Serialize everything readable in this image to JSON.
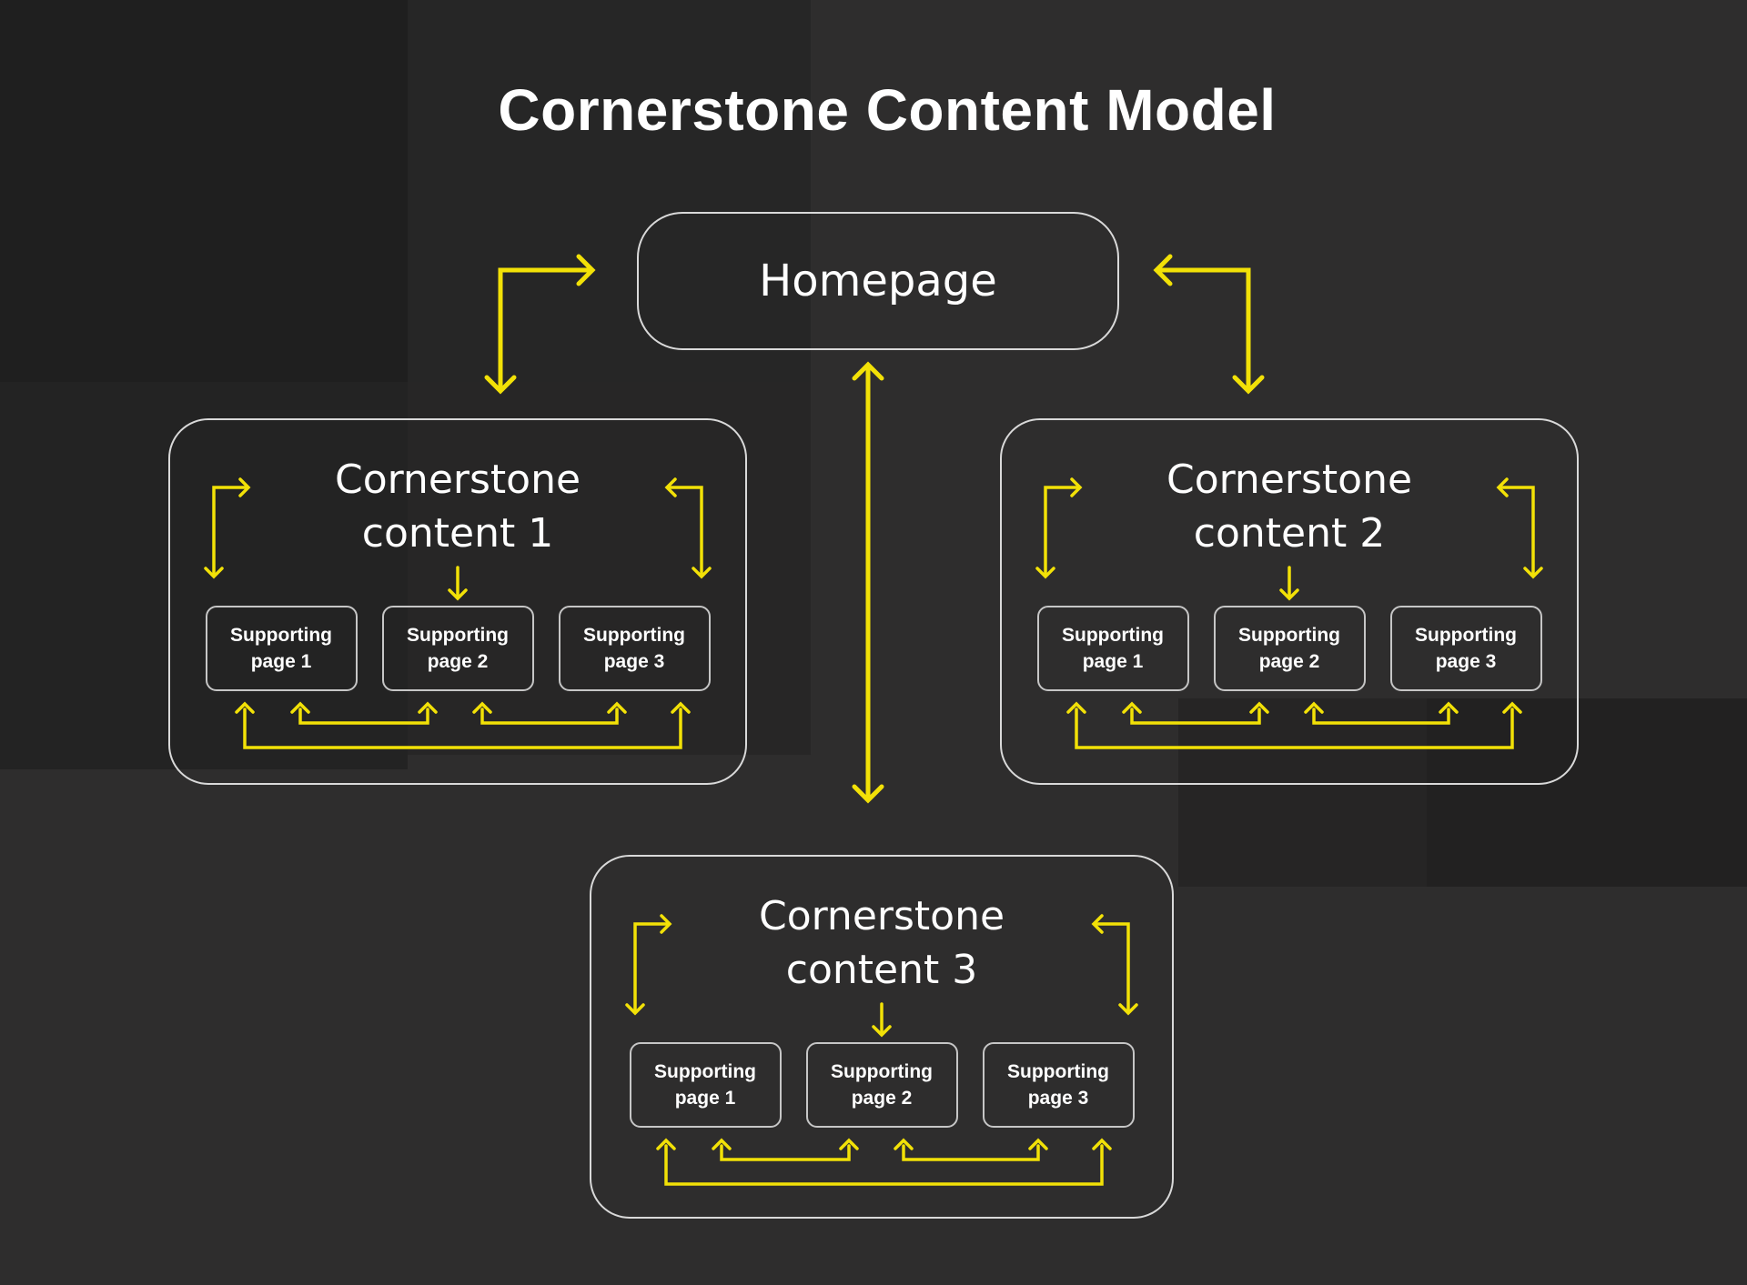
{
  "title": "Cornerstone Content Model",
  "homepage": {
    "label": "Homepage"
  },
  "sections": [
    {
      "heading_line1": "Cornerstone",
      "heading_line2": "content 1",
      "pages": [
        {
          "line1": "Supporting",
          "line2": "page 1"
        },
        {
          "line1": "Supporting",
          "line2": "page 2"
        },
        {
          "line1": "Supporting",
          "line2": "page 3"
        }
      ]
    },
    {
      "heading_line1": "Cornerstone",
      "heading_line2": "content 2",
      "pages": [
        {
          "line1": "Supporting",
          "line2": "page 1"
        },
        {
          "line1": "Supporting",
          "line2": "page 2"
        },
        {
          "line1": "Supporting",
          "line2": "page 3"
        }
      ]
    },
    {
      "heading_line1": "Cornerstone",
      "heading_line2": "content 3",
      "pages": [
        {
          "line1": "Supporting",
          "line2": "page 1"
        },
        {
          "line1": "Supporting",
          "line2": "page 2"
        },
        {
          "line1": "Supporting",
          "line2": "page 3"
        }
      ]
    }
  ],
  "connections": [
    {
      "from": "Homepage",
      "to": "Cornerstone content 1",
      "type": "bidirectional"
    },
    {
      "from": "Homepage",
      "to": "Cornerstone content 2",
      "type": "bidirectional"
    },
    {
      "from": "Homepage",
      "to": "Cornerstone content 3",
      "type": "bidirectional"
    },
    {
      "from": "Cornerstone content 1",
      "to": "its supporting pages",
      "type": "bidirectional"
    },
    {
      "from": "Cornerstone content 2",
      "to": "its supporting pages",
      "type": "bidirectional"
    },
    {
      "from": "Cornerstone content 3",
      "to": "its supporting pages",
      "type": "bidirectional"
    },
    {
      "from": "Supporting pages",
      "to": "Supporting pages",
      "type": "interlinked"
    }
  ],
  "colors": {
    "accent_yellow": "#F2E107",
    "canvas_bg": "#2E2D2D",
    "node_border": "#D9D9D9",
    "page_border": "#C6C6C6",
    "text": "#FFFFFF"
  }
}
